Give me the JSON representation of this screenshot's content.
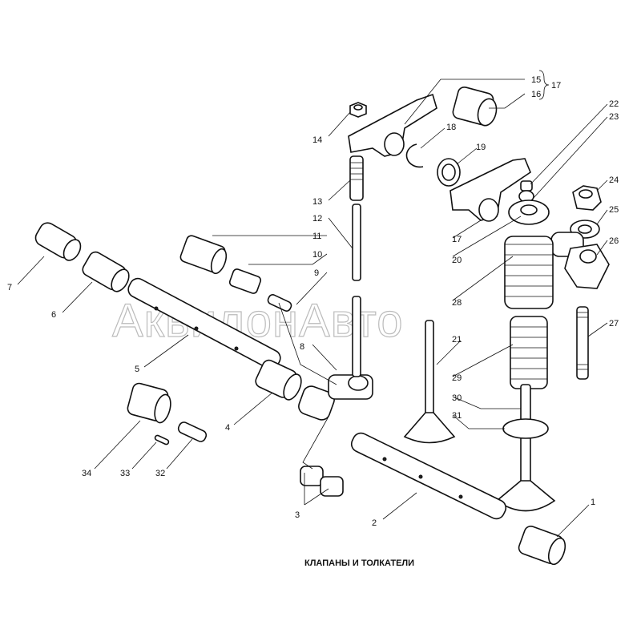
{
  "title": "КЛАПАНЫ И ТОЛКАТЕЛИ",
  "watermark": "АквилонАвто",
  "labels": {
    "l1": "1",
    "l2": "2",
    "l3": "3",
    "l4": "4",
    "l5": "5",
    "l6": "6",
    "l7": "7",
    "l8": "8",
    "l9": "9",
    "l10": "10",
    "l11": "11",
    "l12": "12",
    "l13": "13",
    "l14": "14",
    "l15": "15",
    "l16": "16",
    "l17": "17",
    "l17b": "17",
    "l18": "18",
    "l19": "19",
    "l20": "20",
    "l21": "21",
    "l22": "22",
    "l23": "23",
    "l24": "24",
    "l25": "25",
    "l26": "26",
    "l27": "27",
    "l28": "28",
    "l29": "29",
    "l30": "30",
    "l31": "31",
    "l32": "32",
    "l33": "33",
    "l34": "34"
  }
}
